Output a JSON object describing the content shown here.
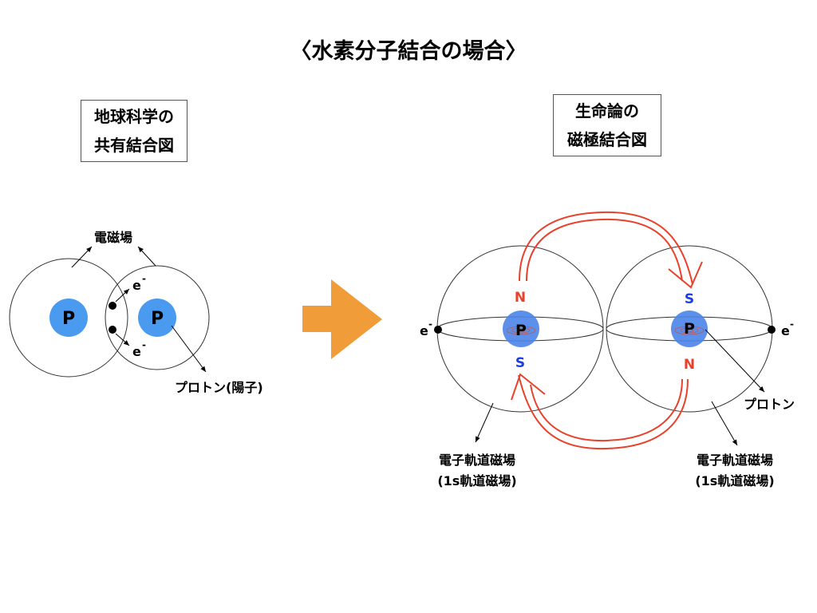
{
  "title": "〈水素分子結合の場合〉",
  "left_panel": {
    "box_line1": "地球科学の",
    "box_line2": "共有結合図",
    "field_label": "電磁場",
    "electron_label": "e",
    "electron_sup": "-",
    "proton_symbol": "P",
    "proton_label": "プロトン(陽子)"
  },
  "right_panel": {
    "box_line1": "生命論の",
    "box_line2": "磁極結合図",
    "proton_symbol": "P",
    "electron_label": "e",
    "electron_sup": "-",
    "left_atom": {
      "top_pole": "N",
      "bottom_pole": "S"
    },
    "right_atom": {
      "top_pole": "S",
      "bottom_pole": "N"
    },
    "proton_label": "プロトン",
    "orbital_label_line1": "電子軌道磁場",
    "orbital_label_line2": "(1s軌道磁場)"
  },
  "colors": {
    "proton_blue": "#4a9af0",
    "proton_blue_right": "#5b8fe0",
    "arrow_orange": "#f09c38",
    "field_red": "#e8412c",
    "pole_blue": "#1a3fe0",
    "pole_red": "#e8412c"
  }
}
